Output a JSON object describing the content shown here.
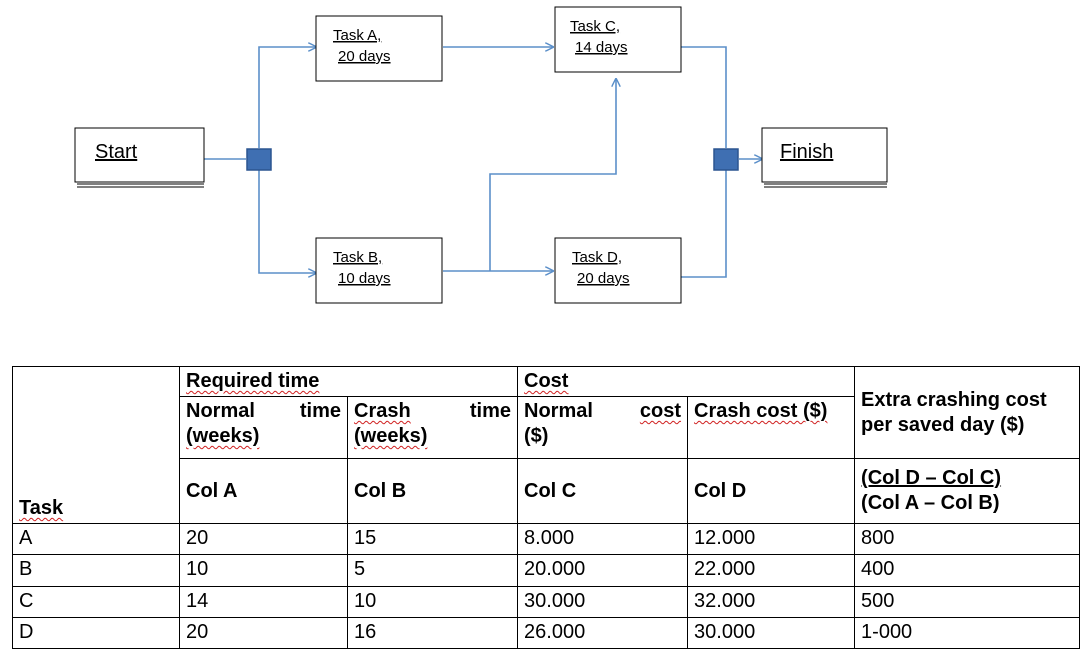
{
  "diagram": {
    "colors": {
      "line": "#5b8fc9",
      "junction": "#3f6fb2"
    },
    "start_label": "Start",
    "finish_label": "Finish",
    "tasks": [
      {
        "id": "A",
        "line1": "Task A,",
        "line2": "20 days"
      },
      {
        "id": "B",
        "line1": "Task B,",
        "line2": "10 days"
      },
      {
        "id": "C",
        "line1": "Task C,",
        "line2": "14 days"
      },
      {
        "id": "D",
        "line1": "Task D,",
        "line2": "20 days"
      }
    ]
  },
  "table": {
    "task_header": "Task",
    "required_time_header": "Required time",
    "cost_header": "Cost",
    "normal_time_word1": "Normal",
    "normal_time_word2": "time",
    "normal_time_unit": "(weeks)",
    "crash_time_word1": "Crash",
    "crash_time_word2": "time",
    "crash_time_unit": "(weeks)",
    "normal_cost_word1": "Normal",
    "normal_cost_word2": "cost",
    "normal_cost_unit": "($)",
    "crash_cost_header": "Crash cost ($)",
    "extra_header_line1": "Extra crashing cost",
    "extra_header_line2": "per saved day ($)",
    "col_a": "Col A",
    "col_b": "Col B",
    "col_c": "Col C",
    "col_d": "Col D",
    "formula_line1": "(Col D – Col C)",
    "formula_line2": "(Col A – Col B)",
    "rows": [
      {
        "task": "A",
        "normal_time": "20",
        "crash_time": "15",
        "normal_cost": "8.000",
        "crash_cost": "12.000",
        "extra": "800"
      },
      {
        "task": "B",
        "normal_time": "10",
        "crash_time": "5",
        "normal_cost": "20.000",
        "crash_cost": "22.000",
        "extra": "400"
      },
      {
        "task": "C",
        "normal_time": "14",
        "crash_time": "10",
        "normal_cost": "30.000",
        "crash_cost": "32.000",
        "extra": "500"
      },
      {
        "task": "D",
        "normal_time": "20",
        "crash_time": "16",
        "normal_cost": "26.000",
        "crash_cost": "30.000",
        "extra": "1-000"
      }
    ]
  }
}
